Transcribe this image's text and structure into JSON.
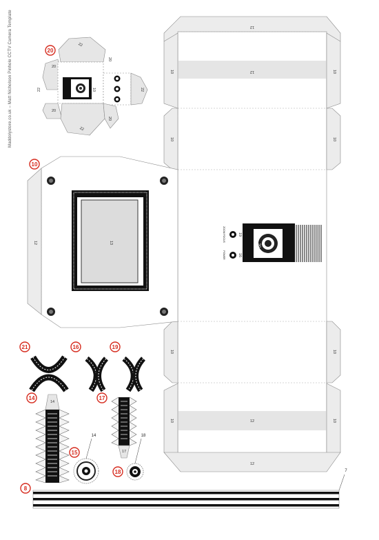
{
  "document": {
    "side_caption": "Maddolystore.co.uk – Matt Nicholson Pinhole CCTV Camera Template"
  },
  "part_markers": [
    "20",
    "10",
    "21",
    "16",
    "19",
    "14",
    "17",
    "15",
    "18",
    "8"
  ],
  "panel_numbers": {
    "top_flap": "12",
    "top_band": "12",
    "side_left_a": "10",
    "side_right_a": "10",
    "side_left_b": "10",
    "side_right_b": "10",
    "left_flap": "12",
    "screen": "13",
    "lens_box": "20",
    "side_left_c": "10",
    "side_right_c": "10",
    "side_left_d": "10",
    "side_right_d": "10",
    "bottom_band": "12",
    "bottom_flap": "12",
    "small_top": "22",
    "small_left": "20",
    "small_right": "22",
    "small_box_left": "22",
    "small_box_right": "22",
    "small_lens": "10",
    "small_bottom_left": "20",
    "small_bottom": "22",
    "small_bottom_right": "20",
    "bracket_top": "14",
    "arm_bottom": "17"
  },
  "callouts": {
    "lens_15": "14",
    "lens_18": "18",
    "strip_8": "7",
    "knob_19": "19",
    "knob_16": "16",
    "knob_19_text": "ZOOM FOCUS",
    "knob_16_text": "POWER"
  }
}
